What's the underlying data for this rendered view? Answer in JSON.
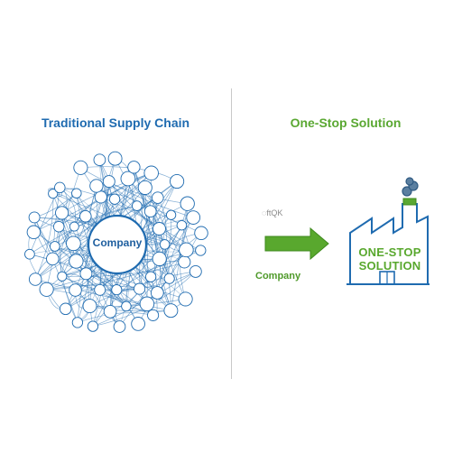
{
  "left_panel": {
    "title": "Traditional Supply Chain",
    "center_label": "Company"
  },
  "right_panel": {
    "title": "One-Stop Solution",
    "small_mark": "ftQK",
    "company_label": "Company",
    "factory_sign": [
      "ONE-STOP",
      "SOLUTION"
    ]
  },
  "colors": {
    "blue": "#1f6bb0",
    "green": "#5aa832",
    "divider": "#c9c9c9"
  }
}
